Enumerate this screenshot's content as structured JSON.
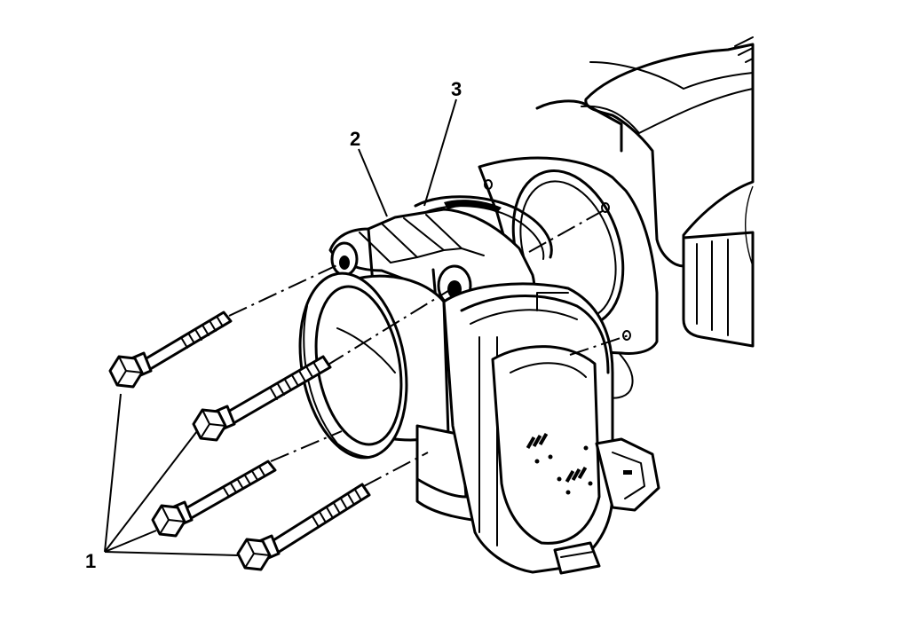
{
  "callouts": {
    "bolts": "1",
    "throttle_body": "2",
    "gasket": "3"
  }
}
